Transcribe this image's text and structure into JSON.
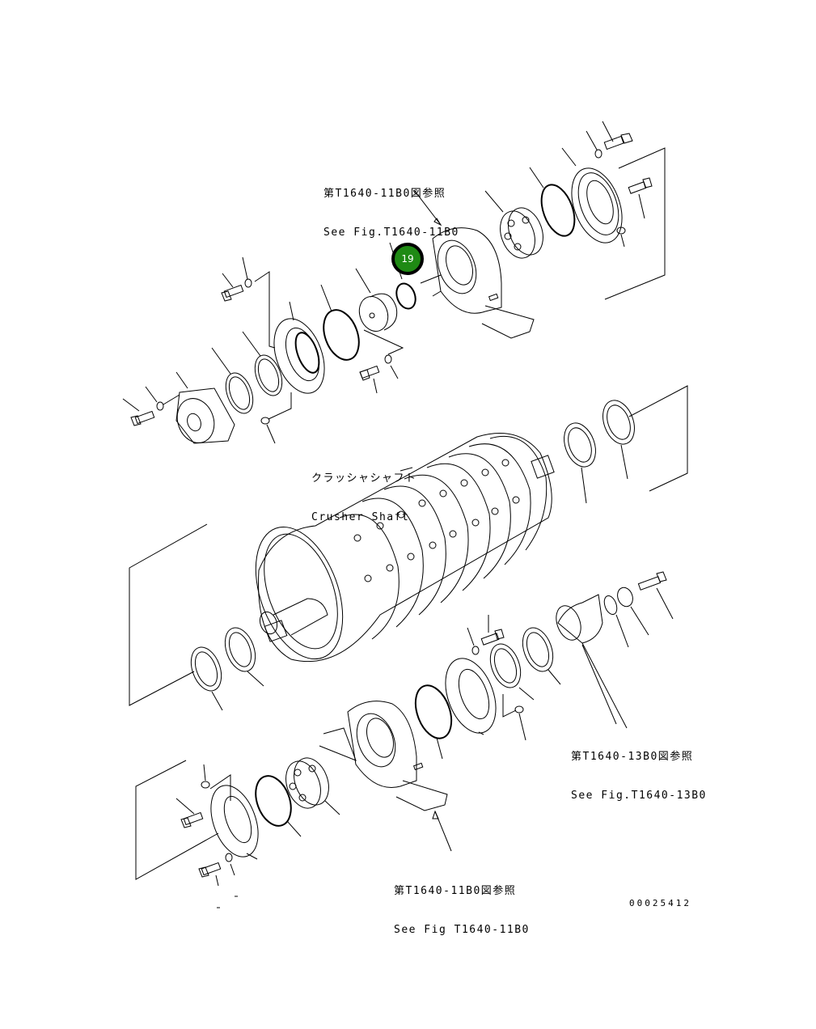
{
  "diagram": {
    "type": "exploded parts diagram",
    "title_jp": "クラッシャシャフト",
    "title_en": "Crusher Shaft",
    "document_id": "00025412",
    "references": [
      {
        "jp": "第T1640-11B0図参照",
        "en": "See Fig.T1640-11B0",
        "position": "top"
      },
      {
        "jp": "第T1640-13B0図参照",
        "en": "See Fig.T1640-13B0",
        "position": "right"
      },
      {
        "jp": "第T1640-11B0図参照",
        "en": "See Fig T1640-11B0",
        "position": "bottom"
      }
    ],
    "callouts": [
      {
        "number": "19",
        "color": "#1f8a14",
        "border": "#000000"
      }
    ]
  }
}
